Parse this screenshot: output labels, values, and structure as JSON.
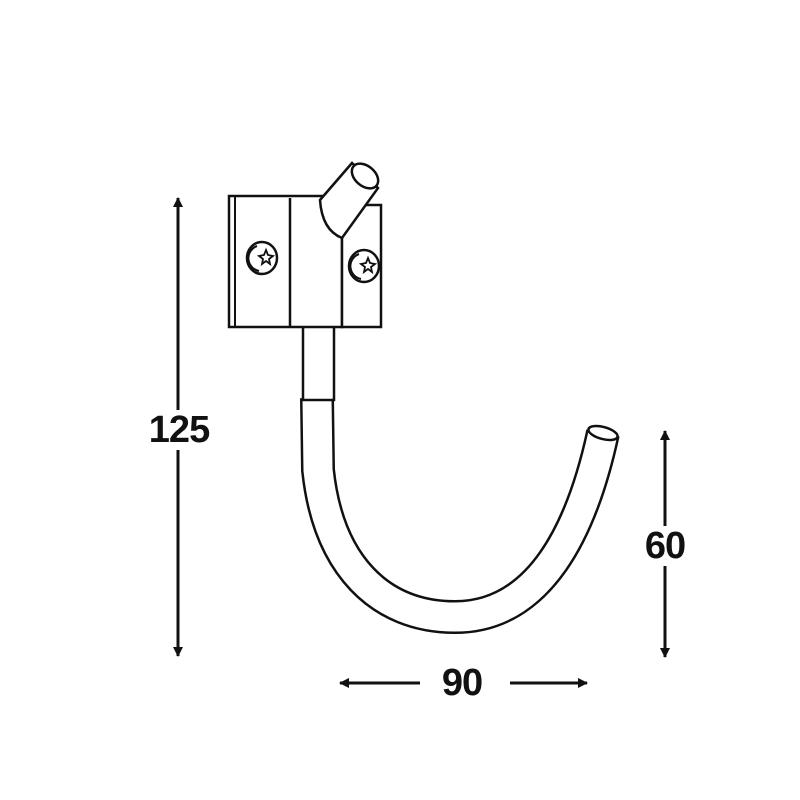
{
  "dimensions": {
    "height_total": "125",
    "hook_height": "60",
    "hook_width": "90"
  },
  "colors": {
    "line": "#111111",
    "background": "#ffffff"
  }
}
